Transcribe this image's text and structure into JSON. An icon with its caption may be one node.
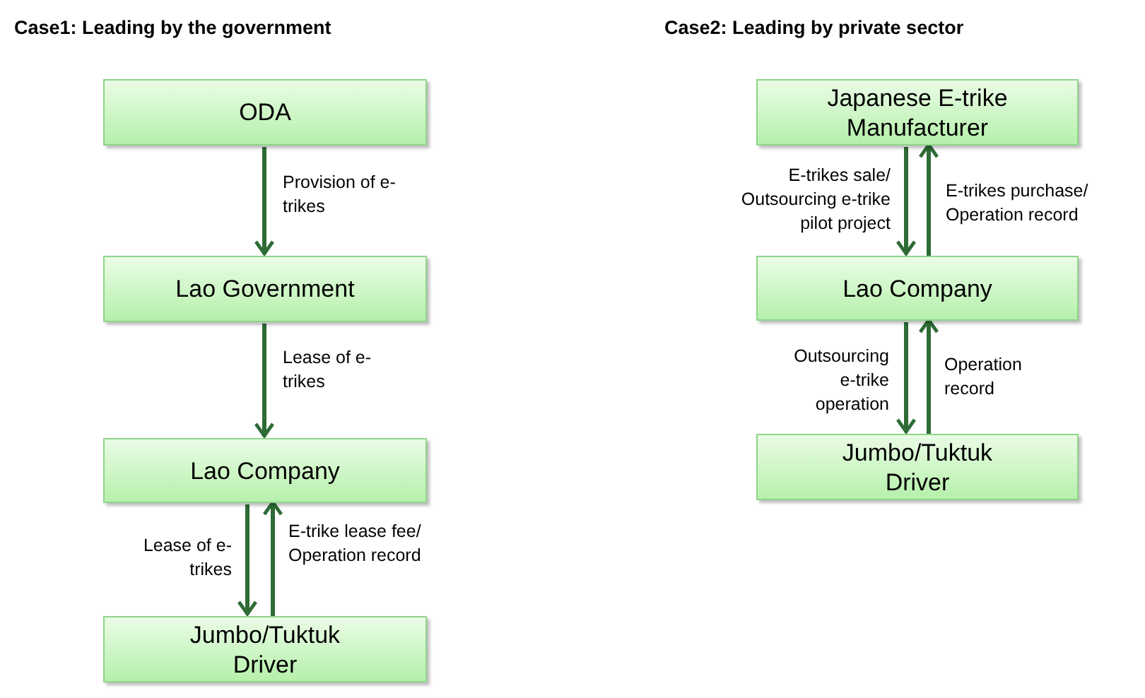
{
  "diagram": {
    "nodes": [
      {
        "text": [
          "ODA"
        ]
      },
      {
        "text": [
          "Lao Government"
        ]
      },
      {
        "text": [
          "Lao Company"
        ]
      },
      {
        "text": [
          "Jumbo/Tuktuk Driver"
        ]
      },
      {
        "text": [
          "Japanese E-trike Manufacturer"
        ]
      },
      {
        "text": [
          "Lao Company"
        ]
      },
      {
        "text": [
          "Jumbo/Tuktuk Driver"
        ]
      }
    ],
    "edges": [
      {
        "from": 0,
        "to": 1,
        "arrow": "to",
        "label": "Provision of e-trikes"
      },
      {
        "from": 1,
        "to": 2,
        "arrow": "to",
        "label": "Lease of e-trikes"
      },
      {
        "from": 2,
        "to": 3,
        "arrow": "to",
        "label": "Lease of e-trikes"
      },
      {
        "from": 3,
        "to": 2,
        "arrow": "to",
        "label": "E-trike lease fee/ Operation record"
      },
      {
        "from": 4,
        "to": 5,
        "arrow": "to",
        "label": "E-trikes sale/ Outsourcing e-trike pilot project"
      },
      {
        "from": 5,
        "to": 4,
        "arrow": "to",
        "label": "E-trikes purchase/ Operation record"
      },
      {
        "from": 5,
        "to": 6,
        "arrow": "to",
        "label": "Outsourcing e-trike operation"
      },
      {
        "from": 6,
        "to": 5,
        "arrow": "to",
        "label": "Operation record"
      }
    ],
    "labels": [
      "Case1: Leading by the government",
      "Case2: Leading by private sector"
    ]
  }
}
